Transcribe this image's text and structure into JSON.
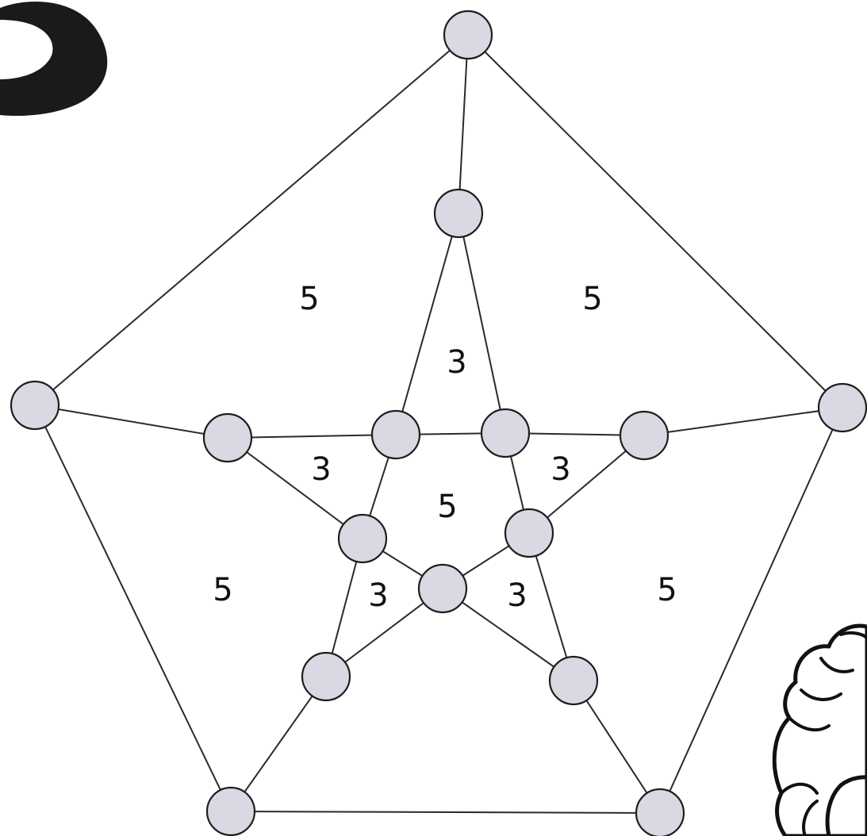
{
  "diagram": {
    "nodes": [
      {
        "id": "outer-top"
      },
      {
        "id": "outer-left"
      },
      {
        "id": "outer-right"
      },
      {
        "id": "outer-bottom-left"
      },
      {
        "id": "outer-bottom-right"
      },
      {
        "id": "mid-top"
      },
      {
        "id": "mid-left"
      },
      {
        "id": "mid-right"
      },
      {
        "id": "mid-bottom-left"
      },
      {
        "id": "mid-bottom-right"
      },
      {
        "id": "inner-top-left"
      },
      {
        "id": "inner-top-right"
      },
      {
        "id": "inner-left"
      },
      {
        "id": "inner-right"
      },
      {
        "id": "inner-bottom"
      }
    ],
    "edges": [
      [
        "outer-top",
        "outer-left"
      ],
      [
        "outer-top",
        "outer-right"
      ],
      [
        "outer-left",
        "outer-bottom-left"
      ],
      [
        "outer-right",
        "outer-bottom-right"
      ],
      [
        "outer-bottom-left",
        "outer-bottom-right"
      ],
      [
        "outer-top",
        "mid-top"
      ],
      [
        "outer-left",
        "mid-left"
      ],
      [
        "outer-right",
        "mid-right"
      ],
      [
        "outer-bottom-left",
        "mid-bottom-left"
      ],
      [
        "outer-bottom-right",
        "mid-bottom-right"
      ],
      [
        "mid-top",
        "inner-top-left"
      ],
      [
        "mid-top",
        "inner-top-right"
      ],
      [
        "mid-left",
        "inner-top-left"
      ],
      [
        "mid-left",
        "inner-left"
      ],
      [
        "mid-right",
        "inner-top-right"
      ],
      [
        "mid-right",
        "inner-right"
      ],
      [
        "mid-bottom-left",
        "inner-left"
      ],
      [
        "mid-bottom-left",
        "inner-bottom"
      ],
      [
        "mid-bottom-right",
        "inner-right"
      ],
      [
        "mid-bottom-right",
        "inner-bottom"
      ],
      [
        "inner-top-left",
        "inner-top-right"
      ],
      [
        "inner-top-right",
        "inner-right"
      ],
      [
        "inner-right",
        "inner-bottom"
      ],
      [
        "inner-bottom",
        "inner-left"
      ],
      [
        "inner-left",
        "inner-top-left"
      ]
    ],
    "face_labels": [
      {
        "id": "face-outer-top-left",
        "text": "5"
      },
      {
        "id": "face-outer-top-right",
        "text": "5"
      },
      {
        "id": "face-triangle-top",
        "text": "3"
      },
      {
        "id": "face-triangle-left",
        "text": "3"
      },
      {
        "id": "face-triangle-right",
        "text": "3"
      },
      {
        "id": "face-center",
        "text": "5"
      },
      {
        "id": "face-outer-left",
        "text": "5"
      },
      {
        "id": "face-triangle-bottom-left",
        "text": "3"
      },
      {
        "id": "face-triangle-bottom-right",
        "text": "3"
      },
      {
        "id": "face-outer-right",
        "text": "5"
      }
    ]
  }
}
